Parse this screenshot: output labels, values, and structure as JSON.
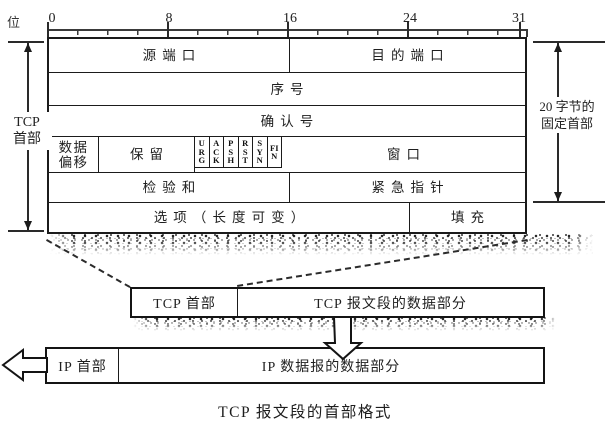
{
  "colors": {
    "ink": "#1b1b1b",
    "background": "#ffffff"
  },
  "ruler": {
    "unit": "位",
    "labels": [
      "0",
      "8",
      "16",
      "24",
      "31"
    ]
  },
  "fields": {
    "source_port": "源端口",
    "dest_port": "目的端口",
    "seq_number": "序号",
    "ack_number": "确认号",
    "data_offset": "数据\n偏移",
    "reserved": "保留",
    "window": "窗口",
    "checksum": "检验和",
    "urgent_pointer": "紧急指针",
    "options": "选项（长度可变）",
    "padding": "填充"
  },
  "flags": [
    "URG",
    "ACK",
    "PSH",
    "RST",
    "SYN",
    "FIN"
  ],
  "braces": {
    "tcp_header": "TCP\n首部",
    "fixed_header": "20 字节的\n固定首部"
  },
  "segment_bar": {
    "header": "TCP 首部",
    "data": "TCP 报文段的数据部分"
  },
  "datagram_bar": {
    "header": "IP 首部",
    "data": "IP 数据报的数据部分"
  },
  "caption": "TCP 报文段的首部格式"
}
